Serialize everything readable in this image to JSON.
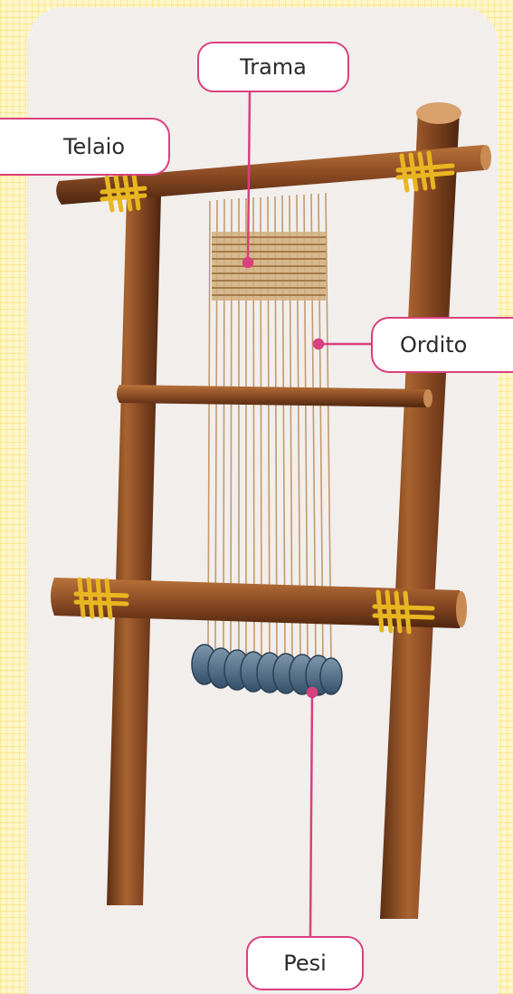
{
  "labels": {
    "trama": "Trama",
    "telaio": "Telaio",
    "ordito": "Ordito",
    "pesi": "Pesi"
  },
  "colors": {
    "accent": "#d9407e",
    "wood": "#8a4a24",
    "rope": "#e8b620",
    "thread": "#c49a6c",
    "stone": "#4c6a84"
  }
}
